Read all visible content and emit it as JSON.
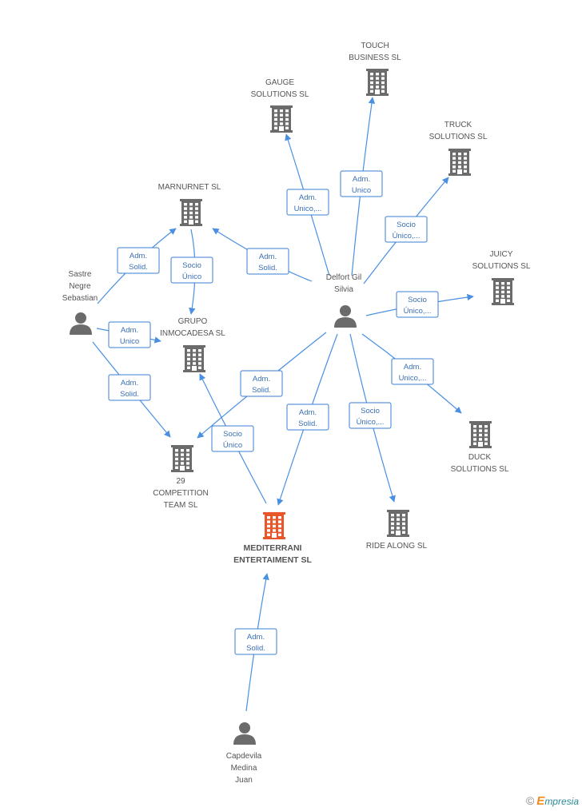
{
  "colors": {
    "company": "#6b6b6b",
    "main_company": "#e8572a",
    "person": "#6b6b6b",
    "edge": "#4a90e2"
  },
  "nodes": [
    {
      "id": "touch",
      "type": "company",
      "label": [
        "TOUCH",
        "BUSINESS  SL"
      ]
    },
    {
      "id": "gauge",
      "type": "company",
      "label": [
        "GAUGE",
        "SOLUTIONS  SL"
      ]
    },
    {
      "id": "truck",
      "type": "company",
      "label": [
        "TRUCK",
        "SOLUTIONS  SL"
      ]
    },
    {
      "id": "marnurnet",
      "type": "company",
      "label": [
        "MARNURNET SL"
      ]
    },
    {
      "id": "juicy",
      "type": "company",
      "label": [
        "JUICY",
        "SOLUTIONS  SL"
      ]
    },
    {
      "id": "sastre",
      "type": "person",
      "label": [
        "Sastre",
        "Negre",
        "Sebastian"
      ]
    },
    {
      "id": "delfort",
      "type": "person",
      "label": [
        "Delfort Gil",
        "Silvia"
      ]
    },
    {
      "id": "grupo",
      "type": "company",
      "label": [
        "GRUPO",
        "INMOCADESA SL"
      ]
    },
    {
      "id": "competition",
      "type": "company",
      "label": [
        "29",
        "COMPETITION",
        "TEAM  SL"
      ]
    },
    {
      "id": "duck",
      "type": "company",
      "label": [
        "DUCK",
        "SOLUTIONS  SL"
      ]
    },
    {
      "id": "mediterrani",
      "type": "main",
      "label": [
        "MEDITERRANI",
        "ENTERTAIMENT SL"
      ]
    },
    {
      "id": "ride",
      "type": "company",
      "label": [
        "RIDE ALONG  SL"
      ]
    },
    {
      "id": "capdevila",
      "type": "person",
      "label": [
        "Capdevila",
        "Medina",
        "Juan"
      ]
    }
  ],
  "edges": [
    {
      "id": "delfort-touch",
      "label": [
        "Adm.",
        "Unico"
      ]
    },
    {
      "id": "delfort-gauge",
      "label": [
        "Adm.",
        "Unico,..."
      ]
    },
    {
      "id": "delfort-truck",
      "label": [
        "Socio",
        "Único,..."
      ]
    },
    {
      "id": "delfort-marnurnet",
      "label": [
        "Adm.",
        "Solid."
      ]
    },
    {
      "id": "delfort-juicy",
      "label": [
        "Socio",
        "Único,..."
      ]
    },
    {
      "id": "sastre-marnurnet",
      "label": [
        "Adm.",
        "Solid."
      ]
    },
    {
      "id": "marnurnet-grupo",
      "label": [
        "Socio",
        "Único"
      ]
    },
    {
      "id": "sastre-grupo",
      "label": [
        "Adm.",
        "Unico"
      ]
    },
    {
      "id": "sastre-competition",
      "label": [
        "Adm.",
        "Solid."
      ]
    },
    {
      "id": "delfort-competition",
      "label": [
        "Adm.",
        "Solid."
      ]
    },
    {
      "id": "mediterrani-grupo",
      "label": [
        "Socio",
        "Único"
      ]
    },
    {
      "id": "delfort-mediterrani",
      "label": [
        "Adm.",
        "Solid."
      ]
    },
    {
      "id": "delfort-ride",
      "label": [
        "Socio",
        "Único,..."
      ]
    },
    {
      "id": "delfort-duck",
      "label": [
        "Adm.",
        "Unico,..."
      ]
    },
    {
      "id": "capdevila-mediterrani",
      "label": [
        "Adm.",
        "Solid."
      ]
    }
  ],
  "footer": {
    "copyright": "©",
    "brand_first": "E",
    "brand_rest": "mpresia"
  }
}
